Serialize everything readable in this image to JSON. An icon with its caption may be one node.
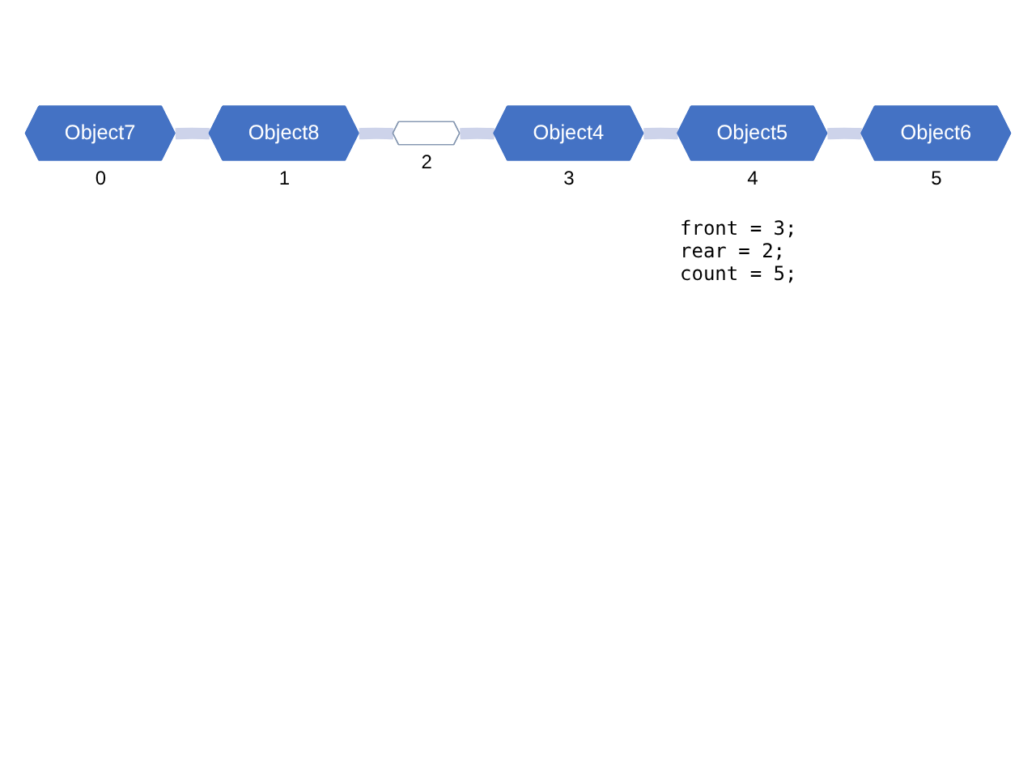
{
  "diagram": {
    "nodes": [
      {
        "text": [
          "Object7"
        ],
        "beside": [
          "0"
        ]
      },
      {
        "text": [
          "Object8"
        ],
        "beside": [
          "1"
        ]
      },
      {
        "text": [],
        "shape": "hexagon",
        "beside": [
          "2"
        ]
      },
      {
        "text": [
          "Object4"
        ],
        "beside": [
          "3"
        ]
      },
      {
        "text": [
          "Object5"
        ],
        "beside": [
          "4"
        ]
      },
      {
        "text": [
          "Object6"
        ],
        "beside": [
          "5"
        ]
      }
    ],
    "edges": [
      {
        "from": 0,
        "to": 1,
        "arrow": "none"
      },
      {
        "from": 1,
        "to": 2,
        "arrow": "none"
      },
      {
        "from": 2,
        "to": 3,
        "arrow": "none"
      },
      {
        "from": 3,
        "to": 4,
        "arrow": "none"
      },
      {
        "from": 4,
        "to": 5,
        "arrow": "none"
      }
    ],
    "labels": [
      "front = 3;",
      "rear = 2;",
      "count = 5;"
    ]
  }
}
